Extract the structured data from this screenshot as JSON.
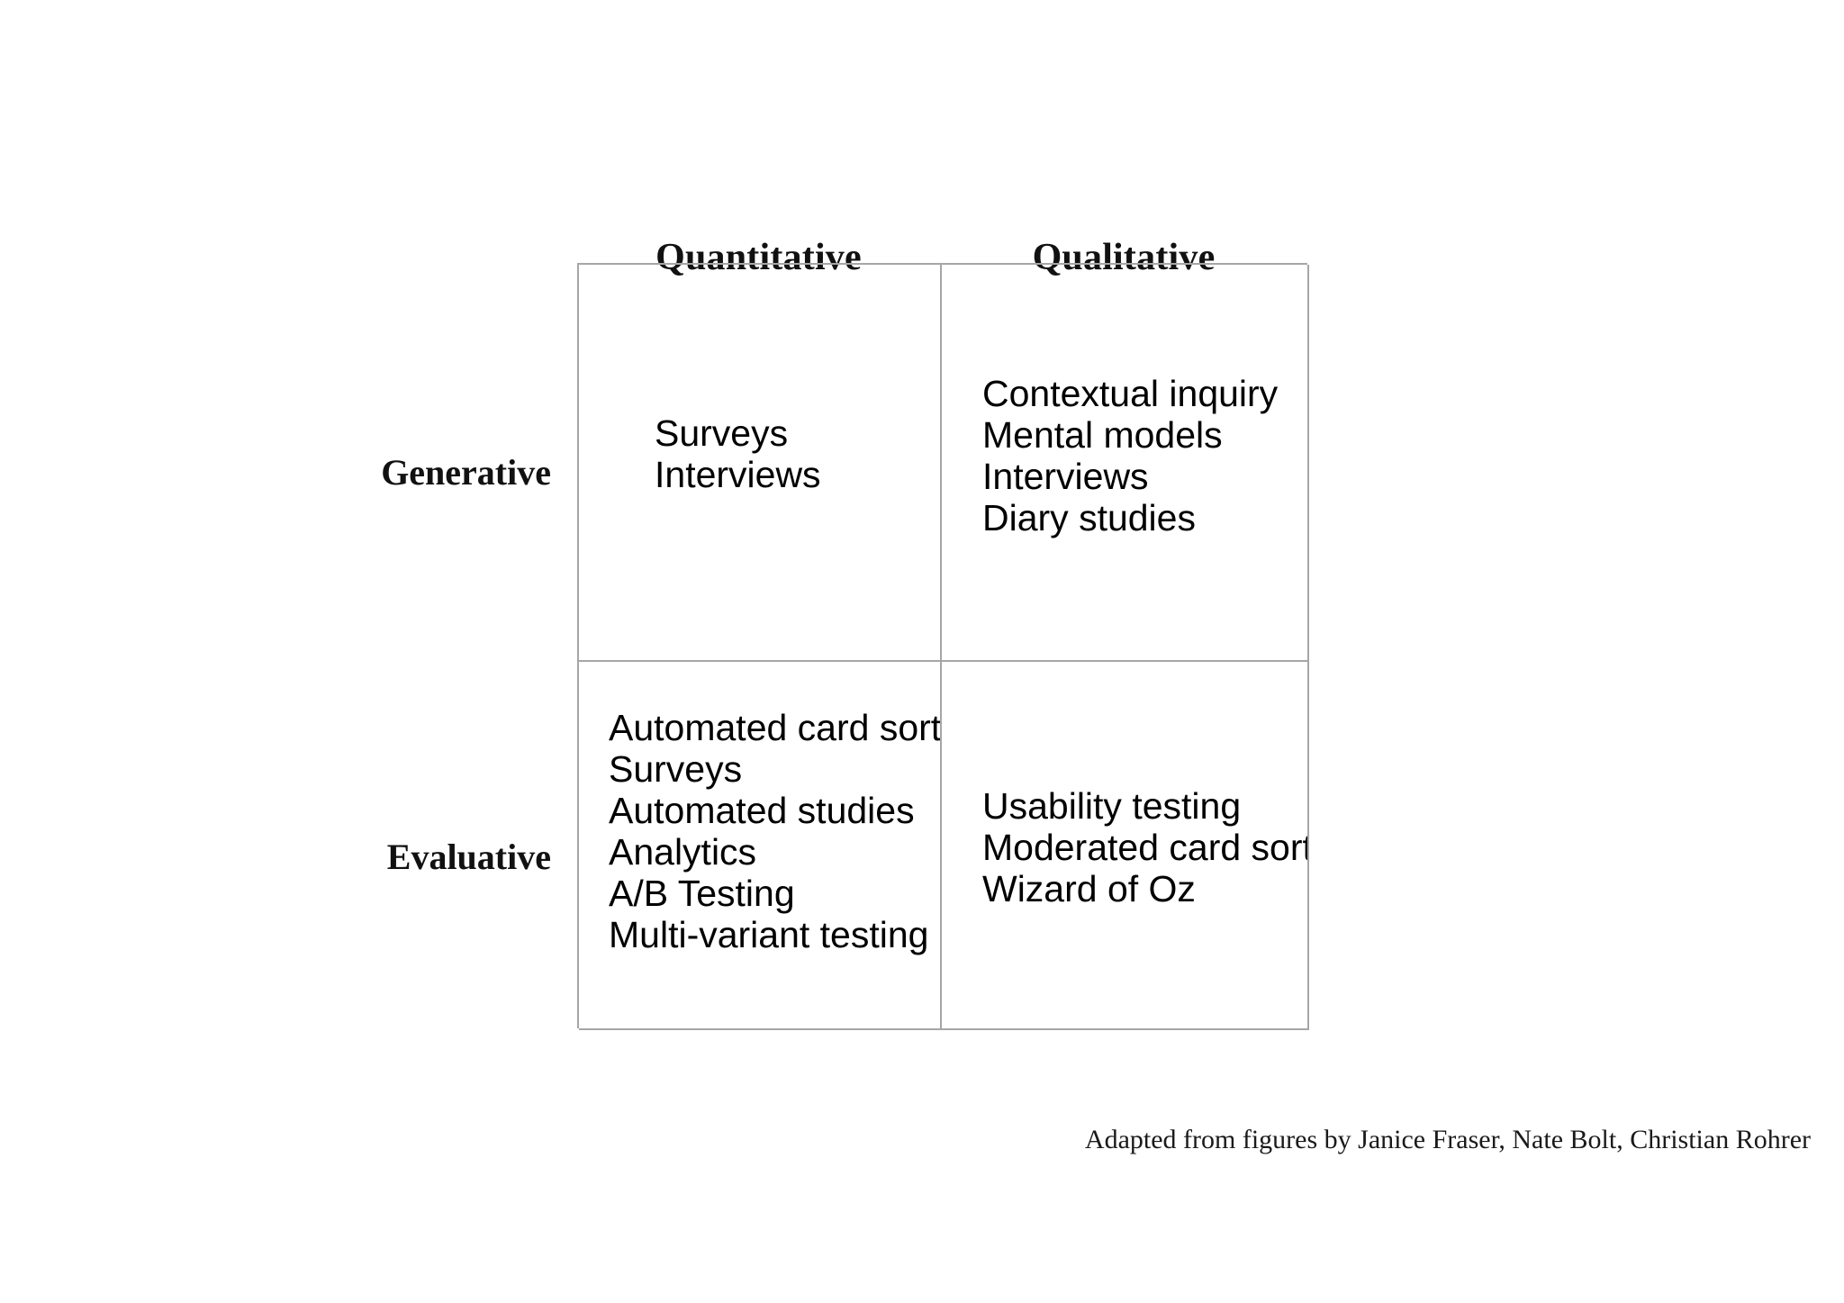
{
  "figure": {
    "title": "Research methods matrix",
    "background_color": "#ffffff",
    "border_color": "#a6a6a6",
    "text_color": "#000000"
  },
  "columns": [
    {
      "id": "quantitative",
      "label": "Quantitative"
    },
    {
      "id": "qualitative",
      "label": "Qualitative"
    }
  ],
  "rows": [
    {
      "id": "generative",
      "label": "Generative"
    },
    {
      "id": "evaluative",
      "label": "Evaluative"
    }
  ],
  "cells": {
    "generative_quantitative": {
      "items": [
        "Surveys",
        "Interviews"
      ]
    },
    "generative_qualitative": {
      "items": [
        "Contextual inquiry",
        "Mental models",
        "Interviews",
        "Diary studies"
      ]
    },
    "evaluative_quantitative": {
      "items": [
        "Automated card sort",
        "Surveys",
        "Automated studies",
        "Analytics",
        "A/B Testing",
        "Multi-variant testing"
      ]
    },
    "evaluative_qualitative": {
      "items": [
        "Usability testing",
        "Moderated card sort",
        "Wizard of Oz"
      ]
    }
  },
  "attribution": {
    "text": "Adapted from figures by Janice Fraser, Nate Bolt, Christian Rohrer"
  }
}
